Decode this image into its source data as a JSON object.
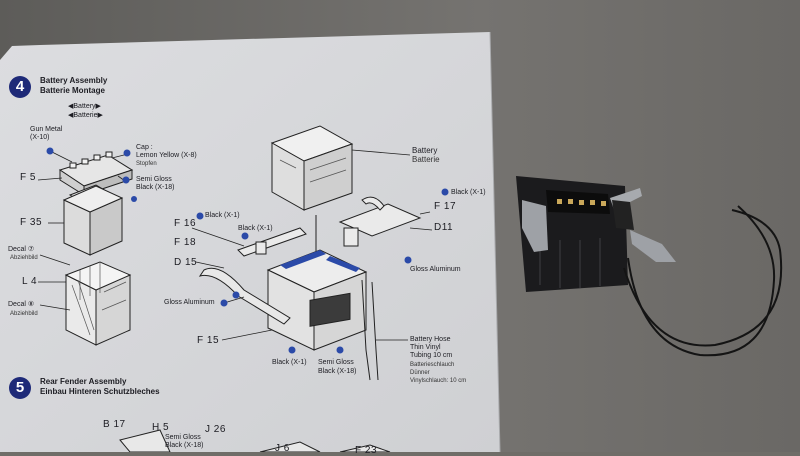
{
  "step4": {
    "number": "4",
    "title_en": "Battery Assembly",
    "title_de": "Batterie Montage",
    "sub_en": "◀Battery▶",
    "sub_de": "◀Batterie▶"
  },
  "step5": {
    "number": "5",
    "title_en": "Rear Fender Assembly",
    "title_de": "Einbau Hinteren Schutzbleches"
  },
  "labels": {
    "gun_metal": "Gun Metal",
    "gun_metal_code": "(X-10)",
    "cap": "Cap :",
    "lemon_yellow": "Lemon Yellow (X-8)",
    "stopfen": "Stopfen",
    "semi_gloss_1": "Semi Gloss",
    "semi_gloss_black_1": "Black (X-18)",
    "f5": "F 5",
    "f35": "F 35",
    "decal7": "Decal ⑦",
    "abziehbild_1": "Abziehbild",
    "l4": "L 4",
    "decal8": "Decal ⑧",
    "abziehbild_2": "Abziehbild",
    "battery": "Battery",
    "batterie": "Batterie",
    "black_x1_top_right": "Black (X-1)",
    "f17": "F 17",
    "d11": "D11",
    "gloss_aluminum_right": "Gloss Aluminum",
    "black_x1_f16": "Black (X-1)",
    "f16": "F 16",
    "black_x1_f18": "Black (X-1)",
    "f18": "F 18",
    "d15": "D 15",
    "gloss_aluminum_left": "Gloss Aluminum",
    "f15": "F 15",
    "black_x1_bottom": "Black (X-1)",
    "semi_gloss_2": "Semi Gloss",
    "semi_gloss_black_2": "Black (X-18)",
    "battery_hose": "Battery Hose",
    "thin_vinyl": "Thin Vinyl",
    "tubing": "Tubing 10 cm",
    "batterieschlauch": "Batterieschlauch",
    "dunner": "Dünner",
    "vinylschlauch": "Vinylschlauch: 10 cm",
    "b17": "B 17",
    "h5": "H 5",
    "semi_gloss_3": "Semi Gloss",
    "black_x18_3": "Black (X-18)",
    "j26": "J 26",
    "j6": "J 6",
    "f23": "F 23"
  },
  "colors": {
    "background": "#6f6d68",
    "paper": "#d9dadc",
    "ink": "#1c1c22",
    "paint_dot": "#2b4aa8",
    "step_badge": "#1e2a78",
    "model_part": "#1b1b1d",
    "wire": "#141414"
  }
}
